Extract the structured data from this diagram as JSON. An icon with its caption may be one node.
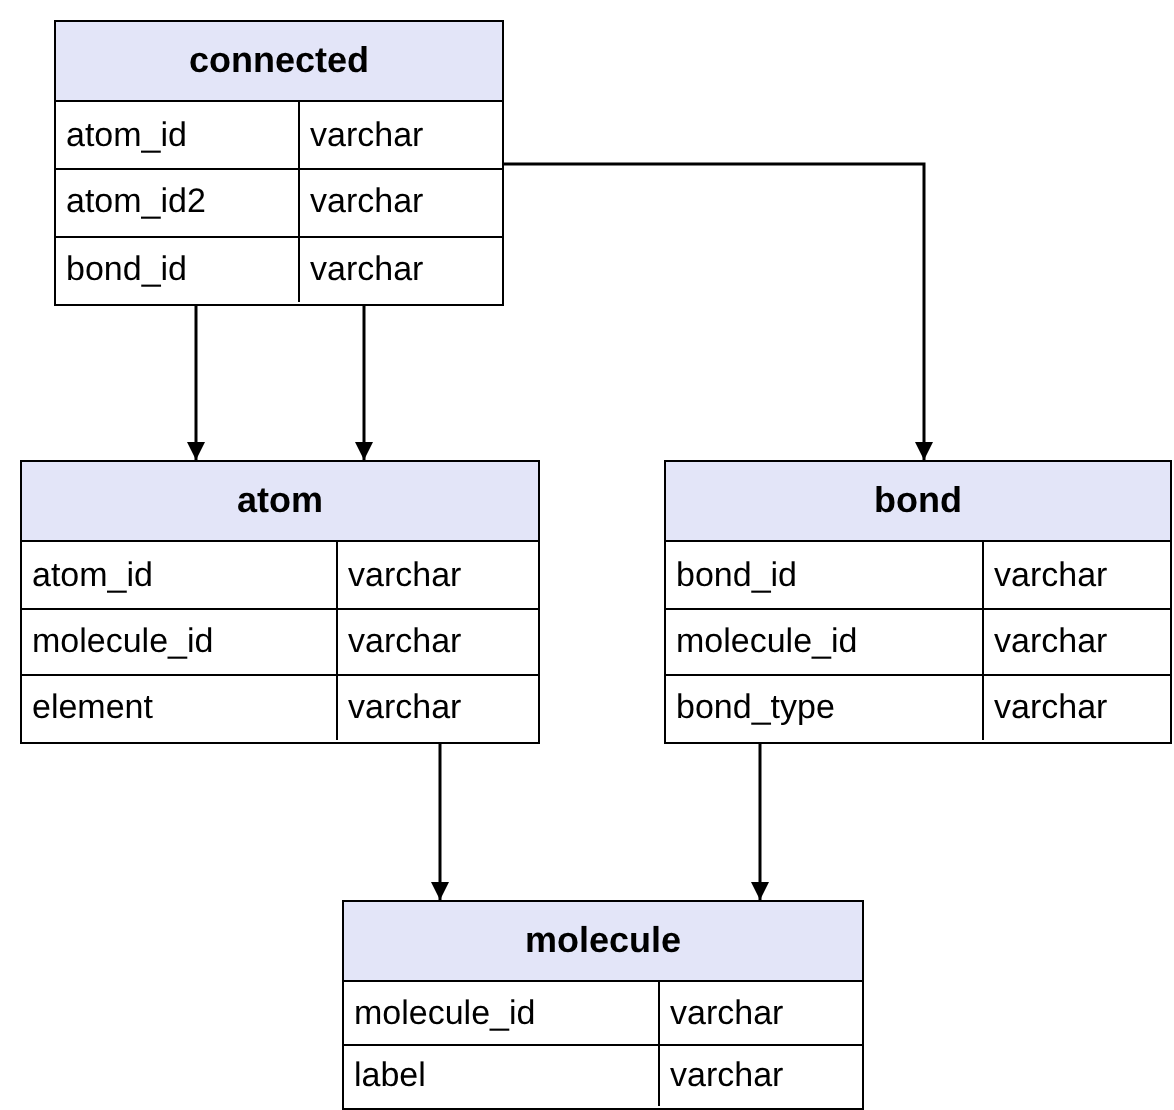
{
  "diagram": {
    "nodes": [
      {
        "text": [
          "connected",
          "atom_id",
          "varchar",
          "atom_id2",
          "varchar",
          "bond_id",
          "varchar"
        ]
      },
      {
        "text": [
          "atom",
          "atom_id",
          "varchar",
          "molecule_id",
          "varchar",
          "element",
          "varchar"
        ]
      },
      {
        "text": [
          "bond",
          "bond_id",
          "varchar",
          "molecule_id",
          "varchar",
          "bond_type",
          "varchar"
        ]
      },
      {
        "text": [
          "molecule",
          "molecule_id",
          "varchar",
          "label",
          "varchar"
        ]
      }
    ],
    "edges": [
      {
        "from": 0,
        "to": 1,
        "arrow": "to"
      },
      {
        "from": 0,
        "to": 1,
        "arrow": "to"
      },
      {
        "from": 0,
        "to": 2,
        "arrow": "to"
      },
      {
        "from": 1,
        "to": 3,
        "arrow": "to"
      },
      {
        "from": 2,
        "to": 3,
        "arrow": "to"
      }
    ]
  }
}
